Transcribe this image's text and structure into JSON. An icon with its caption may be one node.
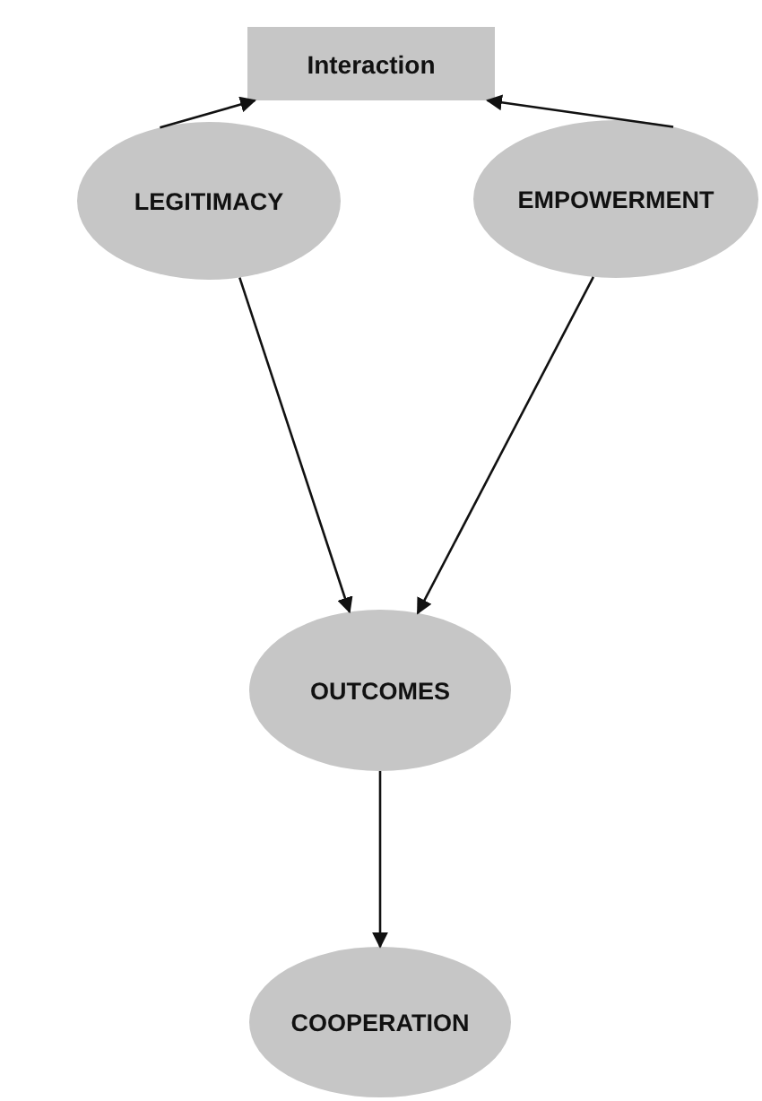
{
  "diagram": {
    "nodes": [
      {
        "text": [
          "Interaction"
        ]
      },
      {
        "text": [
          "LEGITIMACY"
        ]
      },
      {
        "text": [
          "EMPOWERMENT"
        ]
      },
      {
        "text": [
          "OUTCOMES"
        ]
      },
      {
        "text": [
          "COOPERATION"
        ]
      }
    ],
    "edges": [
      {
        "from": 1,
        "to": 0,
        "arrow": "to"
      },
      {
        "from": 2,
        "to": 0,
        "arrow": "to"
      },
      {
        "from": 1,
        "to": 3,
        "arrow": "to"
      },
      {
        "from": 2,
        "to": 3,
        "arrow": "to"
      },
      {
        "from": 3,
        "to": 4,
        "arrow": "to"
      }
    ]
  }
}
